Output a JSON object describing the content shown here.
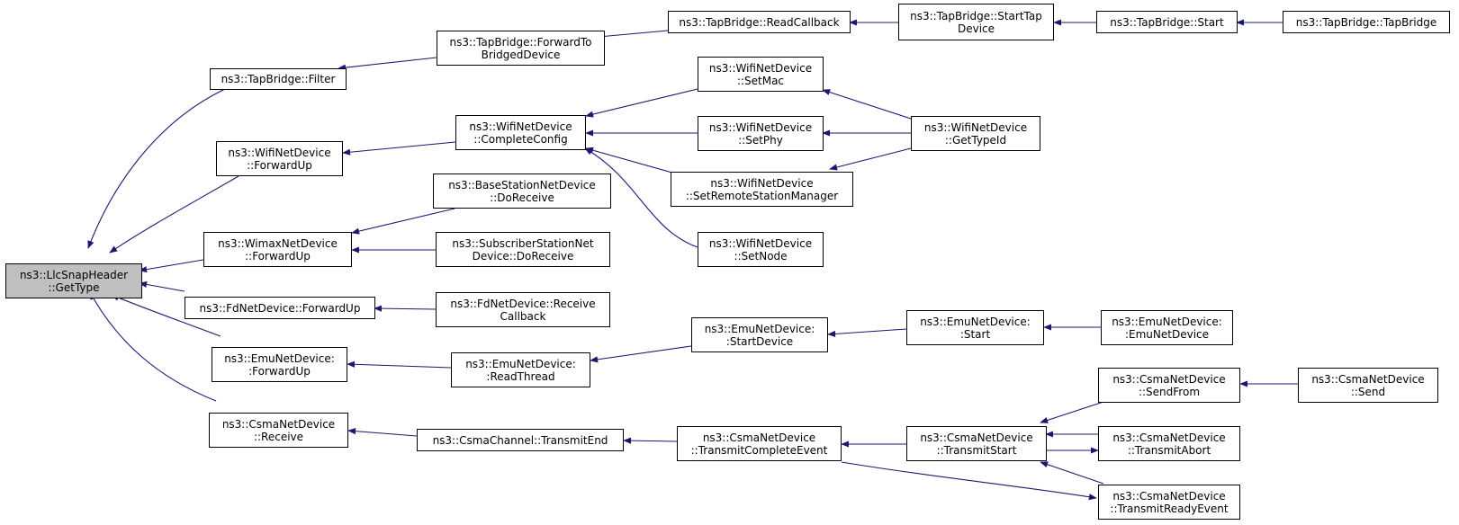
{
  "colors": {
    "edge": "#191970",
    "node_border": "#000000",
    "root_fill": "#bfbfbf",
    "node_fill": "#ffffff"
  },
  "nodes": {
    "root": [
      "ns3::LlcSnapHeader",
      "::GetType"
    ],
    "filter": [
      "ns3::TapBridge::Filter"
    ],
    "fwdbridged": [
      "ns3::TapBridge::ForwardTo",
      "BridgedDevice"
    ],
    "readcb": [
      "ns3::TapBridge::ReadCallback"
    ],
    "starttap": [
      "ns3::TapBridge::StartTap",
      "Device"
    ],
    "tbstart": [
      "ns3::TapBridge::Start"
    ],
    "tbctor": [
      "ns3::TapBridge::TapBridge"
    ],
    "wififwd": [
      "ns3::WifiNetDevice",
      "::ForwardUp"
    ],
    "compcfg": [
      "ns3::WifiNetDevice",
      "::CompleteConfig"
    ],
    "setmac": [
      "ns3::WifiNetDevice",
      "::SetMac"
    ],
    "setphy": [
      "ns3::WifiNetDevice",
      "::SetPhy"
    ],
    "setrsm": [
      "ns3::WifiNetDevice",
      "::SetRemoteStationManager"
    ],
    "setnode": [
      "ns3::WifiNetDevice",
      "::SetNode"
    ],
    "gettypeid": [
      "ns3::WifiNetDevice",
      "::GetTypeId"
    ],
    "wimaxfwd": [
      "ns3::WimaxNetDevice",
      "::ForwardUp"
    ],
    "bsrecv": [
      "ns3::BaseStationNetDevice",
      "::DoReceive"
    ],
    "ssrecv": [
      "ns3::SubscriberStationNet",
      "Device::DoReceive"
    ],
    "fdfwd": [
      "ns3::FdNetDevice::ForwardUp"
    ],
    "fdrecvcb": [
      "ns3::FdNetDevice::Receive",
      "Callback"
    ],
    "emufwd": [
      "ns3::EmuNetDevice:",
      ":ForwardUp"
    ],
    "emuread": [
      "ns3::EmuNetDevice:",
      ":ReadThread"
    ],
    "emustartdev": [
      "ns3::EmuNetDevice:",
      ":StartDevice"
    ],
    "emustart": [
      "ns3::EmuNetDevice:",
      ":Start"
    ],
    "emuctor": [
      "ns3::EmuNetDevice:",
      ":EmuNetDevice"
    ],
    "csmarecv": [
      "ns3::CsmaNetDevice",
      "::Receive"
    ],
    "chantxend": [
      "ns3::CsmaChannel::TransmitEnd"
    ],
    "txcomplete": [
      "ns3::CsmaNetDevice",
      "::TransmitCompleteEvent"
    ],
    "txstart": [
      "ns3::CsmaNetDevice",
      "::TransmitStart"
    ],
    "sendfrom": [
      "ns3::CsmaNetDevice",
      "::SendFrom"
    ],
    "send": [
      "ns3::CsmaNetDevice",
      "::Send"
    ],
    "txabort": [
      "ns3::CsmaNetDevice",
      "::TransmitAbort"
    ],
    "txready": [
      "ns3::CsmaNetDevice",
      "::TransmitReadyEvent"
    ]
  }
}
